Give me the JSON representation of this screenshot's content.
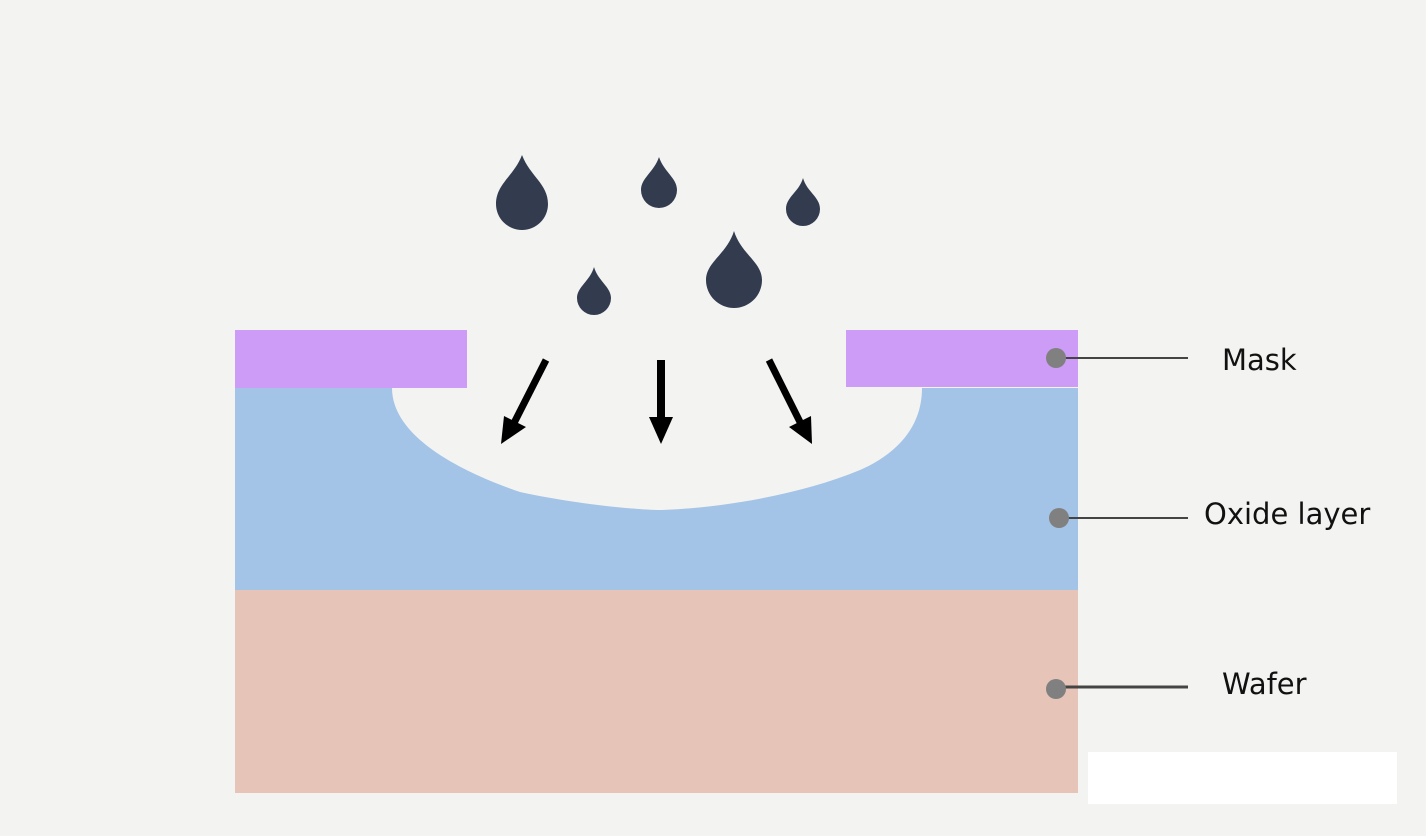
{
  "labels": {
    "mask": "Mask",
    "oxide": "Oxide layer",
    "wafer": "Wafer"
  },
  "colors": {
    "background": "#f3f3f2",
    "mask": "#cc9cf6",
    "oxide": "#a3c4e6",
    "wafer": "#e6c4b8",
    "droplet": "#333c4f",
    "arrow": "#000000",
    "pointer_dot": "#808080",
    "pointer_line": "#444444"
  },
  "icons": {
    "droplet": "droplet-icon",
    "arrow": "arrow-down-icon"
  }
}
